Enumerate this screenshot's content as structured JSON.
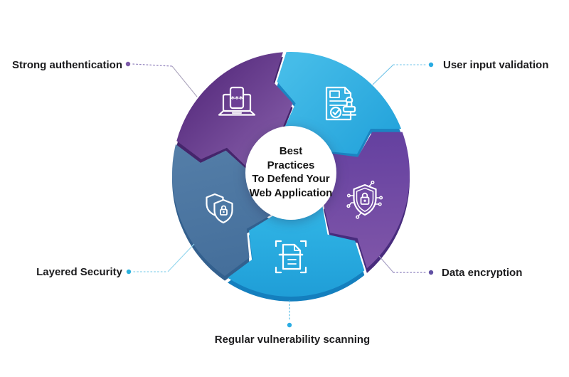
{
  "title": {
    "lines": [
      "Best",
      "Practices",
      "To Defend Your",
      "Web Application"
    ]
  },
  "center": {
    "fill": "#FFFFFF"
  },
  "labels": [
    {
      "id": "strong-authentication",
      "text": "Strong authentication"
    },
    {
      "id": "user-input-validation",
      "text": "User input validation"
    },
    {
      "id": "data-encryption",
      "text": "Data encryption"
    },
    {
      "id": "layered-security",
      "text": "Layered Security"
    },
    {
      "id": "regular-vulnerability-scanning",
      "text": "Regular vulnerability scanning"
    }
  ],
  "connectors": [
    {
      "dot": "#7C59A8",
      "dash": "#9484BE",
      "line": "#ABA4BC"
    },
    {
      "dot": "#29ABE2",
      "dash": "#8ACFEE",
      "line": "#6FC3E8"
    },
    {
      "dot": "#6150A3",
      "dash": "#8C80BD",
      "line": "#A49CC2"
    },
    {
      "dot": "#2BB2DE",
      "dash": "#8AD2EC",
      "line": "#93D6EE"
    },
    {
      "dot": "#2AACE3",
      "dash": "#5FC0E8",
      "line": "#5FC0E8"
    }
  ],
  "segments": [
    {
      "name": "user-input-validation",
      "from": "#45BCE8",
      "to": "#1D9ED8",
      "depth": "#1B84C2",
      "icon_fill": "#2FAFE0",
      "icon": "document-validation-stamp-icon"
    },
    {
      "name": "data-encryption",
      "from": "#5F3C9E",
      "to": "#7E55A8",
      "depth": "#482C7D",
      "icon_fill": "#6A48A3",
      "icon": "shield-lock-circuit-icon"
    },
    {
      "name": "vulnerability-scanning",
      "from": "#30B4E5",
      "to": "#1E9CD6",
      "depth": "#147FBE",
      "icon_fill": "#28A8DE",
      "icon": "document-scan-icon"
    },
    {
      "name": "layered-security",
      "from": "#557FA9",
      "to": "#456F9B",
      "depth": "#33608E",
      "icon_fill": "#4C78A4",
      "icon": "layered-shields-lock-icon"
    },
    {
      "name": "strong-authentication",
      "from": "#54297B",
      "to": "#8A62AD",
      "depth": "#45256B",
      "icon_fill": "#6D4095",
      "icon": "laptop-authentication-icon"
    }
  ],
  "icons": {
    "auth_stars": "***"
  }
}
